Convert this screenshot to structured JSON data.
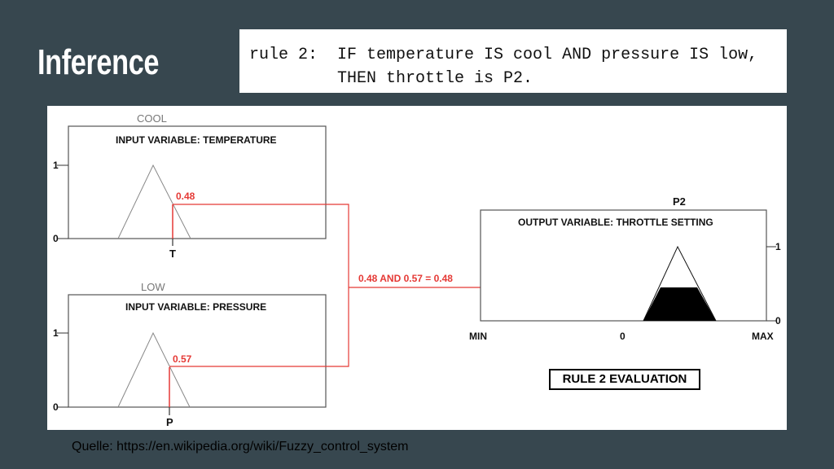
{
  "slide": {
    "title": "Inference",
    "rule_line1": "rule 2:  IF temperature IS cool AND pressure IS low,",
    "rule_line2": "         THEN throttle is P2.",
    "source": "Quelle: https://en.wikipedia.org/wiki/Fuzzy_control_system"
  },
  "diagram": {
    "temperature": {
      "set_name": "COOL",
      "box_title": "INPUT VARIABLE: TEMPERATURE",
      "axis_1": "1",
      "axis_0": "0",
      "input_label": "T",
      "membership_value": "0.48"
    },
    "pressure": {
      "set_name": "LOW",
      "box_title": "INPUT VARIABLE:  PRESSURE",
      "axis_1": "1",
      "axis_0": "0",
      "input_label": "P",
      "membership_value": "0.57"
    },
    "combination_label": "0.48 AND 0.57 = 0.48",
    "output": {
      "set_name": "P2",
      "box_title": "OUTPUT VARIABLE:  THROTTLE SETTING",
      "axis_1": "1",
      "axis_0": "0",
      "min_label": "MIN",
      "zero_label": "0",
      "max_label": "MAX",
      "clip_level": 0.48
    },
    "evaluation_label": "RULE 2 EVALUATION",
    "colors": {
      "background": "#37474f",
      "highlight": "#e53935",
      "fill": "#000000"
    }
  }
}
